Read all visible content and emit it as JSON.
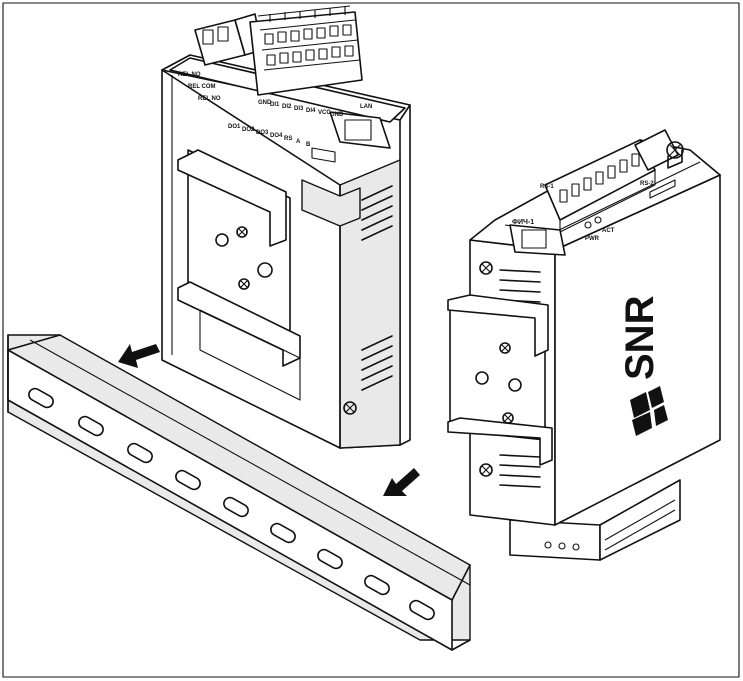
{
  "left_module": {
    "relay_labels": [
      "REL NO",
      "REL COM",
      "REL NO"
    ],
    "terminal_labels_row1": [
      "GND",
      "DI1",
      "DI2",
      "DI3",
      "DI4",
      "VCC",
      "GND"
    ],
    "terminal_labels_row2": [
      "DO1",
      "DO2",
      "DO3",
      "DO4",
      "RS",
      "A",
      "B"
    ],
    "port_label": "LAN"
  },
  "right_module": {
    "port_label": "ФИЧ-1",
    "led_labels": [
      "PWR",
      "ACT"
    ],
    "rs_label": "RS-1",
    "terminal_label": "RS-2",
    "brand_text": "SNR"
  },
  "colors": {
    "line": "#111111",
    "background": "#ffffff",
    "shade": "#e9e9e9"
  }
}
